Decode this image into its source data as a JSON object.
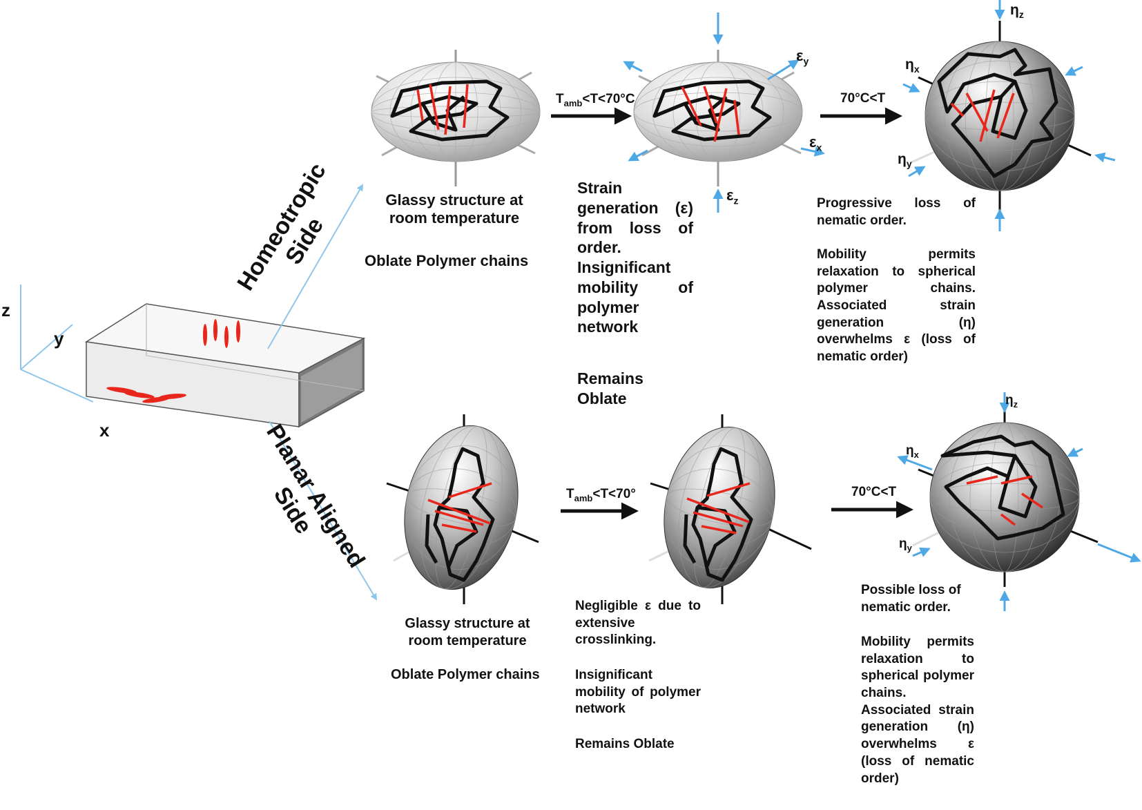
{
  "axes": {
    "z": "z",
    "y": "y",
    "x": "x"
  },
  "side_labels": {
    "homeotropic": [
      "Homeotropic",
      "Side"
    ],
    "planar": [
      "Planar Aligned",
      "Side"
    ]
  },
  "top_row": {
    "state1": {
      "title": "Glassy structure at room temperature",
      "subtitle": "Oblate Polymer chains"
    },
    "arrow1": {
      "label": "T",
      "sub": "amb",
      "rest": "<T<70°C"
    },
    "state2": {
      "labels": {
        "ey": "ε",
        "ey_sub": "y",
        "ex": "ε",
        "ex_sub": "x",
        "ez": "ε",
        "ez_sub": "z"
      },
      "description": "Strain generation (ε) from loss of order. Insignificant mobility of polymer network",
      "result": "Remains Oblate"
    },
    "arrow2": {
      "label": "70°C<T"
    },
    "state3": {
      "labels": {
        "ez": "η",
        "ez_sub": "z",
        "ex": "η",
        "ex_sub": "x",
        "ey": "η",
        "ey_sub": "y"
      },
      "description1": "Progressive loss of nematic order.",
      "description2": "Mobility permits relaxation to spherical polymer chains. Associated strain generation (η) overwhelms ε (loss of nematic order)"
    }
  },
  "bottom_row": {
    "state1": {
      "title": "Glassy structure at room temperature",
      "subtitle": "Oblate Polymer chains"
    },
    "arrow1": {
      "label": "T",
      "sub": "amb",
      "rest": "<T<70°"
    },
    "state2": {
      "description1": "Negligible ε due to extensive crosslinking.",
      "description2": "Insignificant mobility of polymer network",
      "result": "Remains Oblate"
    },
    "arrow2": {
      "label": "70°C<T"
    },
    "state3": {
      "labels": {
        "ez": "η",
        "ez_sub": "z",
        "ex": "η",
        "ex_sub": "x",
        "ey": "η",
        "ey_sub": "y"
      },
      "description1": "Possible loss of nematic order.",
      "description2": "Mobility permits relaxation to spherical polymer chains. Associated strain generation (η) overwhelms ε (loss of nematic order)"
    }
  },
  "colors": {
    "strain_arrow": "#4ea8e6",
    "mesogen": "#e8261c",
    "chain": "#111111",
    "guide_line": "#8ec6ea"
  }
}
